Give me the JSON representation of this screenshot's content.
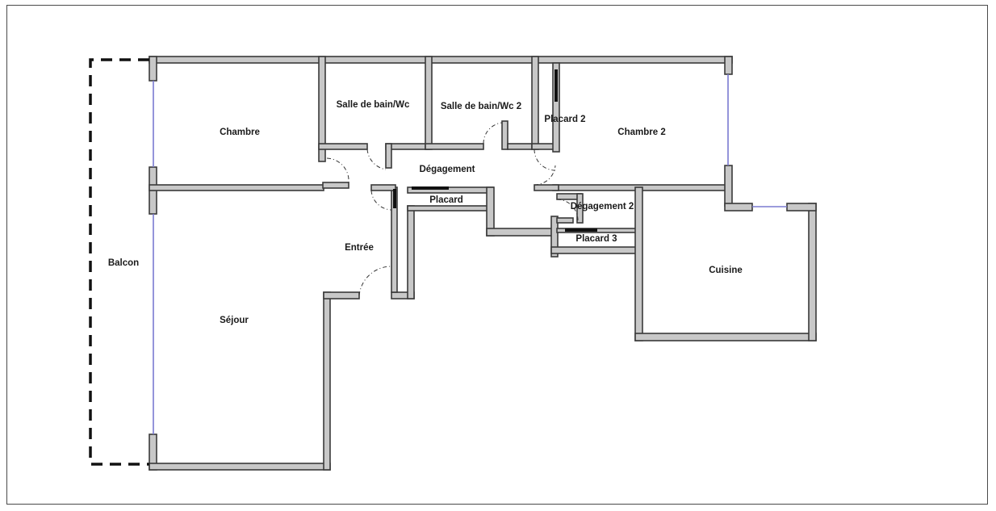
{
  "rooms": {
    "chambre": "Chambre",
    "sdb_wc": "Salle de bain/Wc",
    "sdb_wc_2": "Salle de bain/Wc 2",
    "placard_2": "Placard 2",
    "chambre_2": "Chambre 2",
    "degagement": "Dégagement",
    "placard": "Placard",
    "degagement_2": "Dégagement 2",
    "placard_3": "Placard 3",
    "entree": "Entrée",
    "balcon": "Balcon",
    "sejour": "Séjour",
    "cuisine": "Cuisine"
  },
  "colors": {
    "wall_fill": "#c8c8c8",
    "wall_stroke": "#3a3a3a",
    "window": "#7a7ad0",
    "background": "#ffffff"
  }
}
